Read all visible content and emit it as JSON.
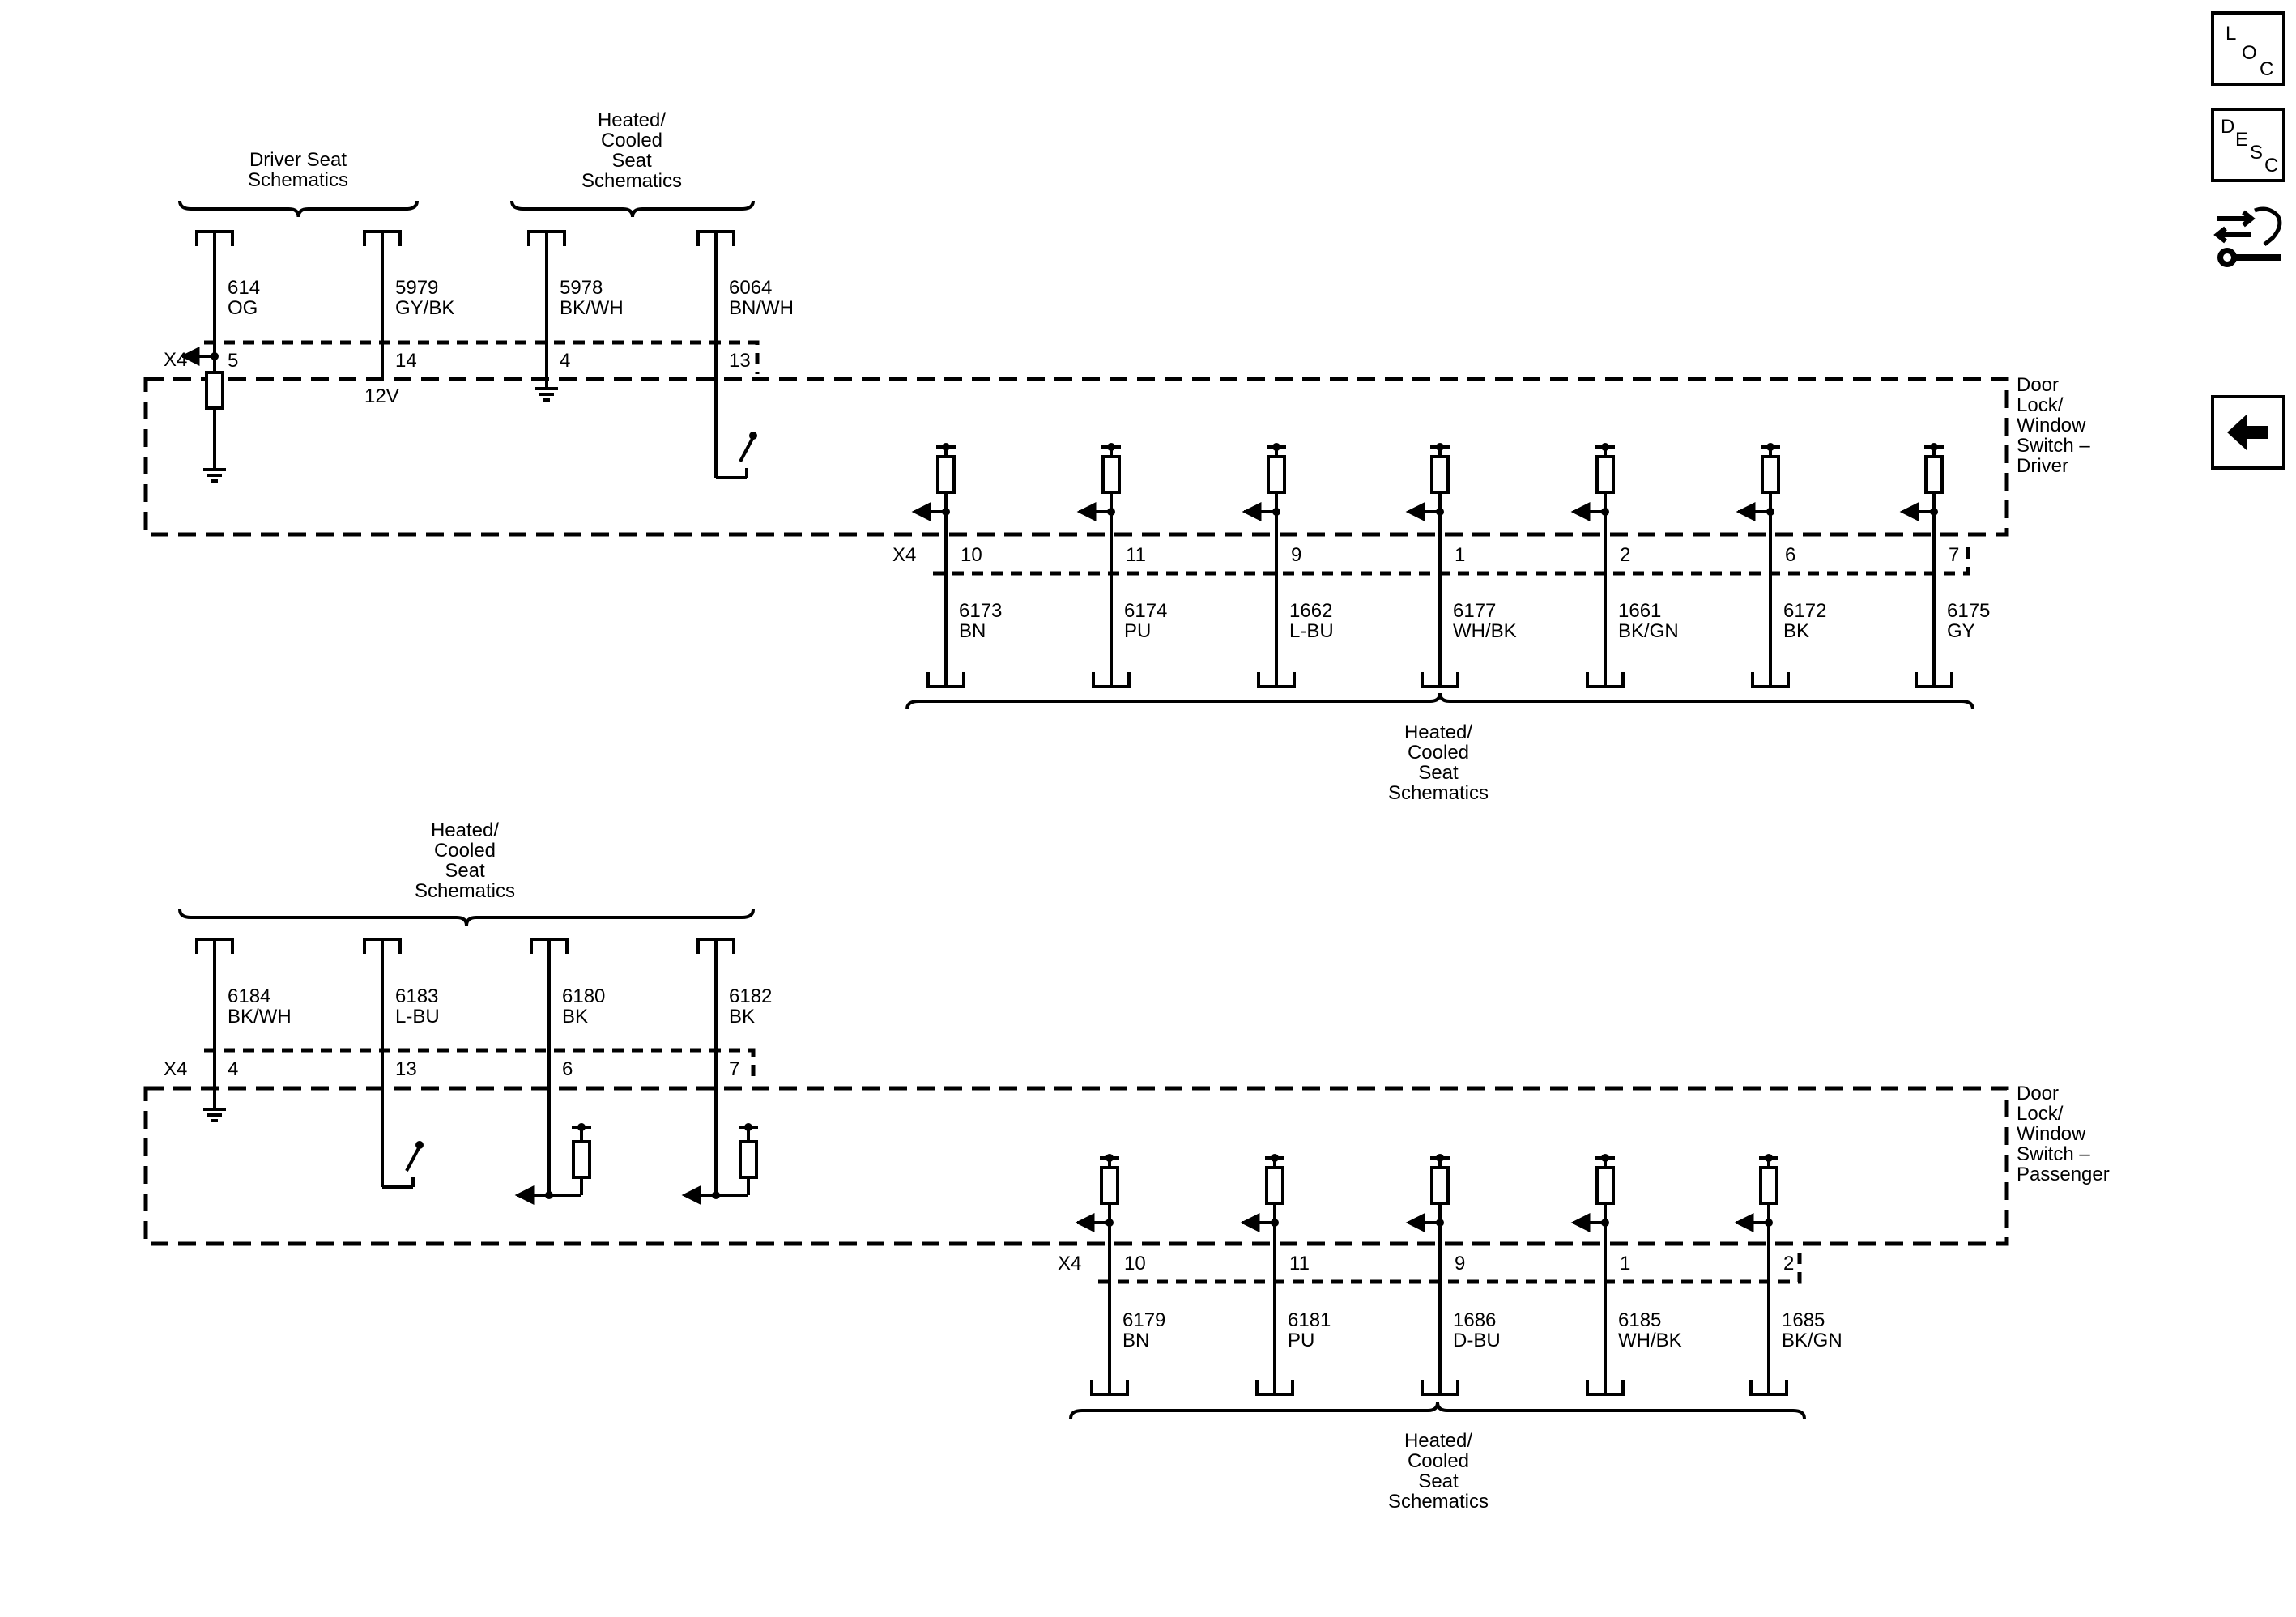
{
  "sidebar": {
    "loc": [
      "L",
      "O",
      "C"
    ],
    "desc": [
      "D",
      "E",
      "S",
      "C"
    ],
    "tools_icon": "tools-icon",
    "back_icon": "arrow-left-icon"
  },
  "driver": {
    "top_groups": [
      {
        "label": [
          "Driver Seat",
          "Schematics"
        ]
      },
      {
        "label": [
          "Heated/",
          "Cooled",
          "Seat",
          "Schematics"
        ]
      }
    ],
    "connector": "X4",
    "top_wires": [
      {
        "circuit": "614",
        "color": "OG",
        "pin": "5"
      },
      {
        "circuit": "5979",
        "color": "GY/BK",
        "pin": "14"
      },
      {
        "circuit": "5978",
        "color": "BK/WH",
        "pin": "4"
      },
      {
        "circuit": "6064",
        "color": "BN/WH",
        "pin": "13"
      }
    ],
    "supply_label": "12V",
    "module_label": [
      "Door",
      "Lock/",
      "Window",
      "Switch –",
      "Driver"
    ],
    "bottom_wires": [
      {
        "circuit": "6173",
        "color": "BN",
        "pin": "10"
      },
      {
        "circuit": "6174",
        "color": "PU",
        "pin": "11"
      },
      {
        "circuit": "1662",
        "color": "L-BU",
        "pin": "9"
      },
      {
        "circuit": "6177",
        "color": "WH/BK",
        "pin": "1"
      },
      {
        "circuit": "1661",
        "color": "BK/GN",
        "pin": "2"
      },
      {
        "circuit": "6172",
        "color": "BK",
        "pin": "6"
      },
      {
        "circuit": "6175",
        "color": "GY",
        "pin": "7"
      }
    ],
    "bottom_group_label": [
      "Heated/",
      "Cooled",
      "Seat",
      "Schematics"
    ]
  },
  "passenger": {
    "top_group_label": [
      "Heated/",
      "Cooled",
      "Seat",
      "Schematics"
    ],
    "connector": "X4",
    "top_wires": [
      {
        "circuit": "6184",
        "color": "BK/WH",
        "pin": "4"
      },
      {
        "circuit": "6183",
        "color": "L-BU",
        "pin": "13"
      },
      {
        "circuit": "6180",
        "color": "BK",
        "pin": "6"
      },
      {
        "circuit": "6182",
        "color": "BK",
        "pin": "7"
      }
    ],
    "module_label": [
      "Door",
      "Lock/",
      "Window",
      "Switch –",
      "Passenger"
    ],
    "bottom_wires": [
      {
        "circuit": "6179",
        "color": "BN",
        "pin": "10"
      },
      {
        "circuit": "6181",
        "color": "PU",
        "pin": "11"
      },
      {
        "circuit": "1686",
        "color": "D-BU",
        "pin": "9"
      },
      {
        "circuit": "6185",
        "color": "WH/BK",
        "pin": "1"
      },
      {
        "circuit": "1685",
        "color": "BK/GN",
        "pin": "2"
      }
    ],
    "bottom_group_label": [
      "Heated/",
      "Cooled",
      "Seat",
      "Schematics"
    ]
  }
}
